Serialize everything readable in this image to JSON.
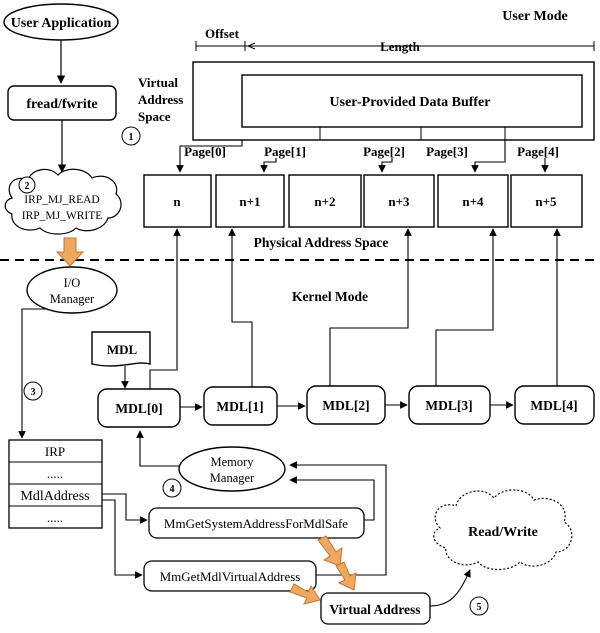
{
  "labels": {
    "user_application": "User Application",
    "user_mode": "User Mode",
    "offset": "Offset",
    "length": "Length",
    "virtual_address_space": [
      "Virtual",
      "Address",
      "Space"
    ],
    "user_buffer": "User-Provided Data Buffer",
    "fread_fwrite": "fread/fwrite",
    "irp_lines": [
      "IRP_MJ_READ",
      "IRP_MJ_WRITE"
    ],
    "physical_address_space": "Physical Address Space",
    "kernel_mode": "Kernel Mode",
    "io_manager": [
      "I/O",
      "Manager"
    ],
    "mdl": "MDL",
    "memory_manager": [
      "Memory",
      "Manager"
    ],
    "mm_get_system": "MmGetSystemAddressForMdlSafe",
    "mm_get_virtual": "MmGetMdlVirtualAddress",
    "virtual_address": "Virtual Address",
    "read_write": "Read/Write"
  },
  "pages": [
    "Page[0]",
    "Page[1]",
    "Page[2]",
    "Page[3]",
    "Page[4]"
  ],
  "phys": [
    "n",
    "n+1",
    "n+2",
    "n+3",
    "n+4",
    "n+5"
  ],
  "mdls": [
    "MDL[0]",
    "MDL[1]",
    "MDL[2]",
    "MDL[3]",
    "MDL[4]"
  ],
  "irp_rows": [
    "IRP",
    ".....",
    "MdlAddress",
    "....."
  ],
  "steps": [
    "1",
    "2",
    "3",
    "4",
    "5"
  ],
  "colors": {
    "big_arrow": "#f0a860",
    "line": "#000000"
  }
}
